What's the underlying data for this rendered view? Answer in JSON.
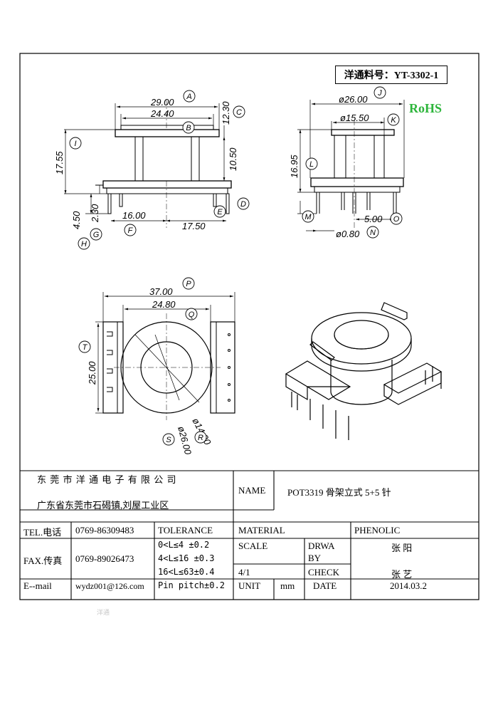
{
  "part_number": "洋通料号：YT-3302-1",
  "rohs": "RoHS",
  "dimensions": {
    "A": "29.00",
    "B": "24.40",
    "C": "12.30",
    "D": "10.50",
    "I": "17.55",
    "H": "4.50",
    "G": "2.30",
    "F": "16.00",
    "E": "17.50",
    "J": "ø26.00",
    "K": "ø15.50",
    "L": "16.95",
    "O": "5.00",
    "N": "ø0.80",
    "P": "37.00",
    "Q": "24.80",
    "T": "25.00",
    "R": "ø14.00",
    "S": "ø26.00"
  },
  "letters": [
    "A",
    "B",
    "C",
    "D",
    "E",
    "F",
    "G",
    "H",
    "I",
    "J",
    "K",
    "L",
    "M",
    "N",
    "O",
    "P",
    "Q",
    "R",
    "S",
    "T"
  ],
  "title_block": {
    "company_name": "东 莞 市 洋 通 电 子 有 限 公 司",
    "address": "广东省东莞市石碣镇,刘屋工业区",
    "name_label": "NAME",
    "name_value": "POT3319 骨架立式 5+5 针",
    "tel_label": "TEL.电话",
    "tel_value": "0769-86309483",
    "fax_label": "FAX.传真",
    "fax_value": "0769-89026473",
    "email_label": "E--mail",
    "email_value": "wydz001@126.com",
    "tolerance_label": "TOLERANCE",
    "tol_1": "0<L≤4   ±0.2",
    "tol_2": "4<L≤16  ±0.3",
    "tol_3": "16<L≤63±0.4",
    "tol_4": "Pin pitch±0.2",
    "material_label": "MATERIAL",
    "material_value": "PHENOLIC",
    "scale_label": "SCALE",
    "scale_value": "4/1",
    "drwa_label": "DRWA",
    "by_label": "BY",
    "drawn_by": "张 阳",
    "check_label": "CHECK",
    "checked_by": "张 艺",
    "unit_label": "UNIT",
    "unit_value": "mm",
    "date_label": "DATE",
    "date_value": "2014.03.2"
  },
  "watermark": "洋通"
}
